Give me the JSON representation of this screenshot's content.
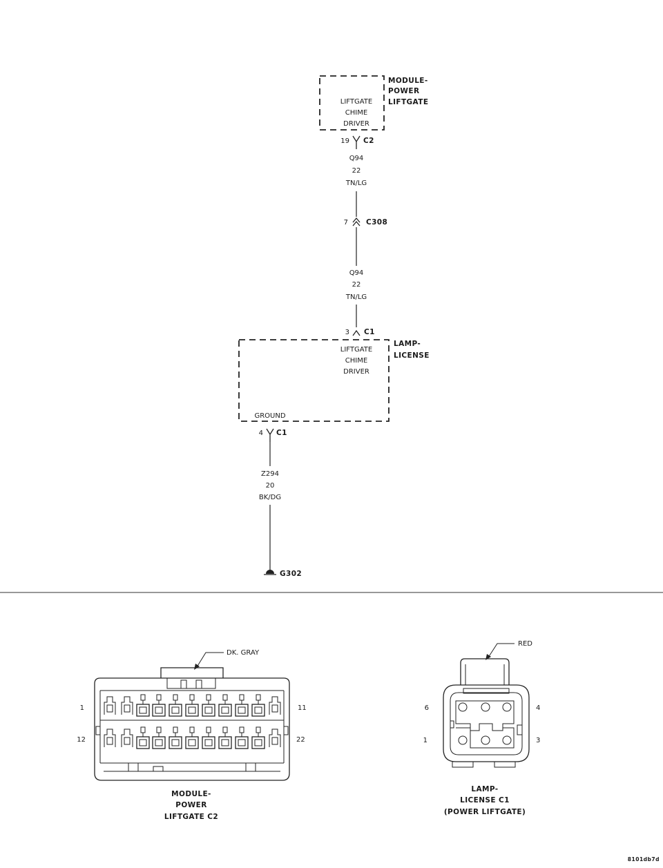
{
  "module_power_liftgate": {
    "name_line1": "MODULE-",
    "name_line2": "POWER",
    "name_line3": "LIFTGATE",
    "circuit_line1": "LIFTGATE",
    "circuit_line2": "CHIME",
    "circuit_line3": "DRIVER",
    "pin": "19",
    "connector": "C2"
  },
  "wire_upper": {
    "circuit": "Q94",
    "gauge": "22",
    "color": "TN/LG"
  },
  "inline_connector": {
    "pin": "7",
    "name": "C308"
  },
  "wire_middle": {
    "circuit": "Q94",
    "gauge": "22",
    "color": "TN/LG"
  },
  "lamp_license": {
    "name_line1": "LAMP-",
    "name_line2": "LICENSE",
    "input_pin": "3",
    "input_connector": "C1",
    "circuit_line1": "LIFTGATE",
    "circuit_line2": "CHIME",
    "circuit_line3": "DRIVER",
    "ground_label": "GROUND",
    "ground_pin": "4",
    "ground_connector": "C1"
  },
  "wire_ground": {
    "circuit": "Z294",
    "gauge": "20",
    "color": "BK/DG"
  },
  "ground_point": {
    "name": "G302"
  },
  "connector_c2_view": {
    "color_label": "DK. GRAY",
    "pin_top_left": "1",
    "pin_top_right": "11",
    "pin_bottom_left": "12",
    "pin_bottom_right": "22",
    "caption_line1": "MODULE-",
    "caption_line2": "POWER",
    "caption_line3": "LIFTGATE C2"
  },
  "connector_c1_view": {
    "color_label": "RED",
    "pin_top_left": "6",
    "pin_top_right": "4",
    "pin_bottom_left": "1",
    "pin_bottom_right": "3",
    "caption_line1": "LAMP-",
    "caption_line2": "LICENSE C1",
    "caption_line3": "(POWER LIFTGATE)"
  },
  "figure_id": "8101db7d"
}
